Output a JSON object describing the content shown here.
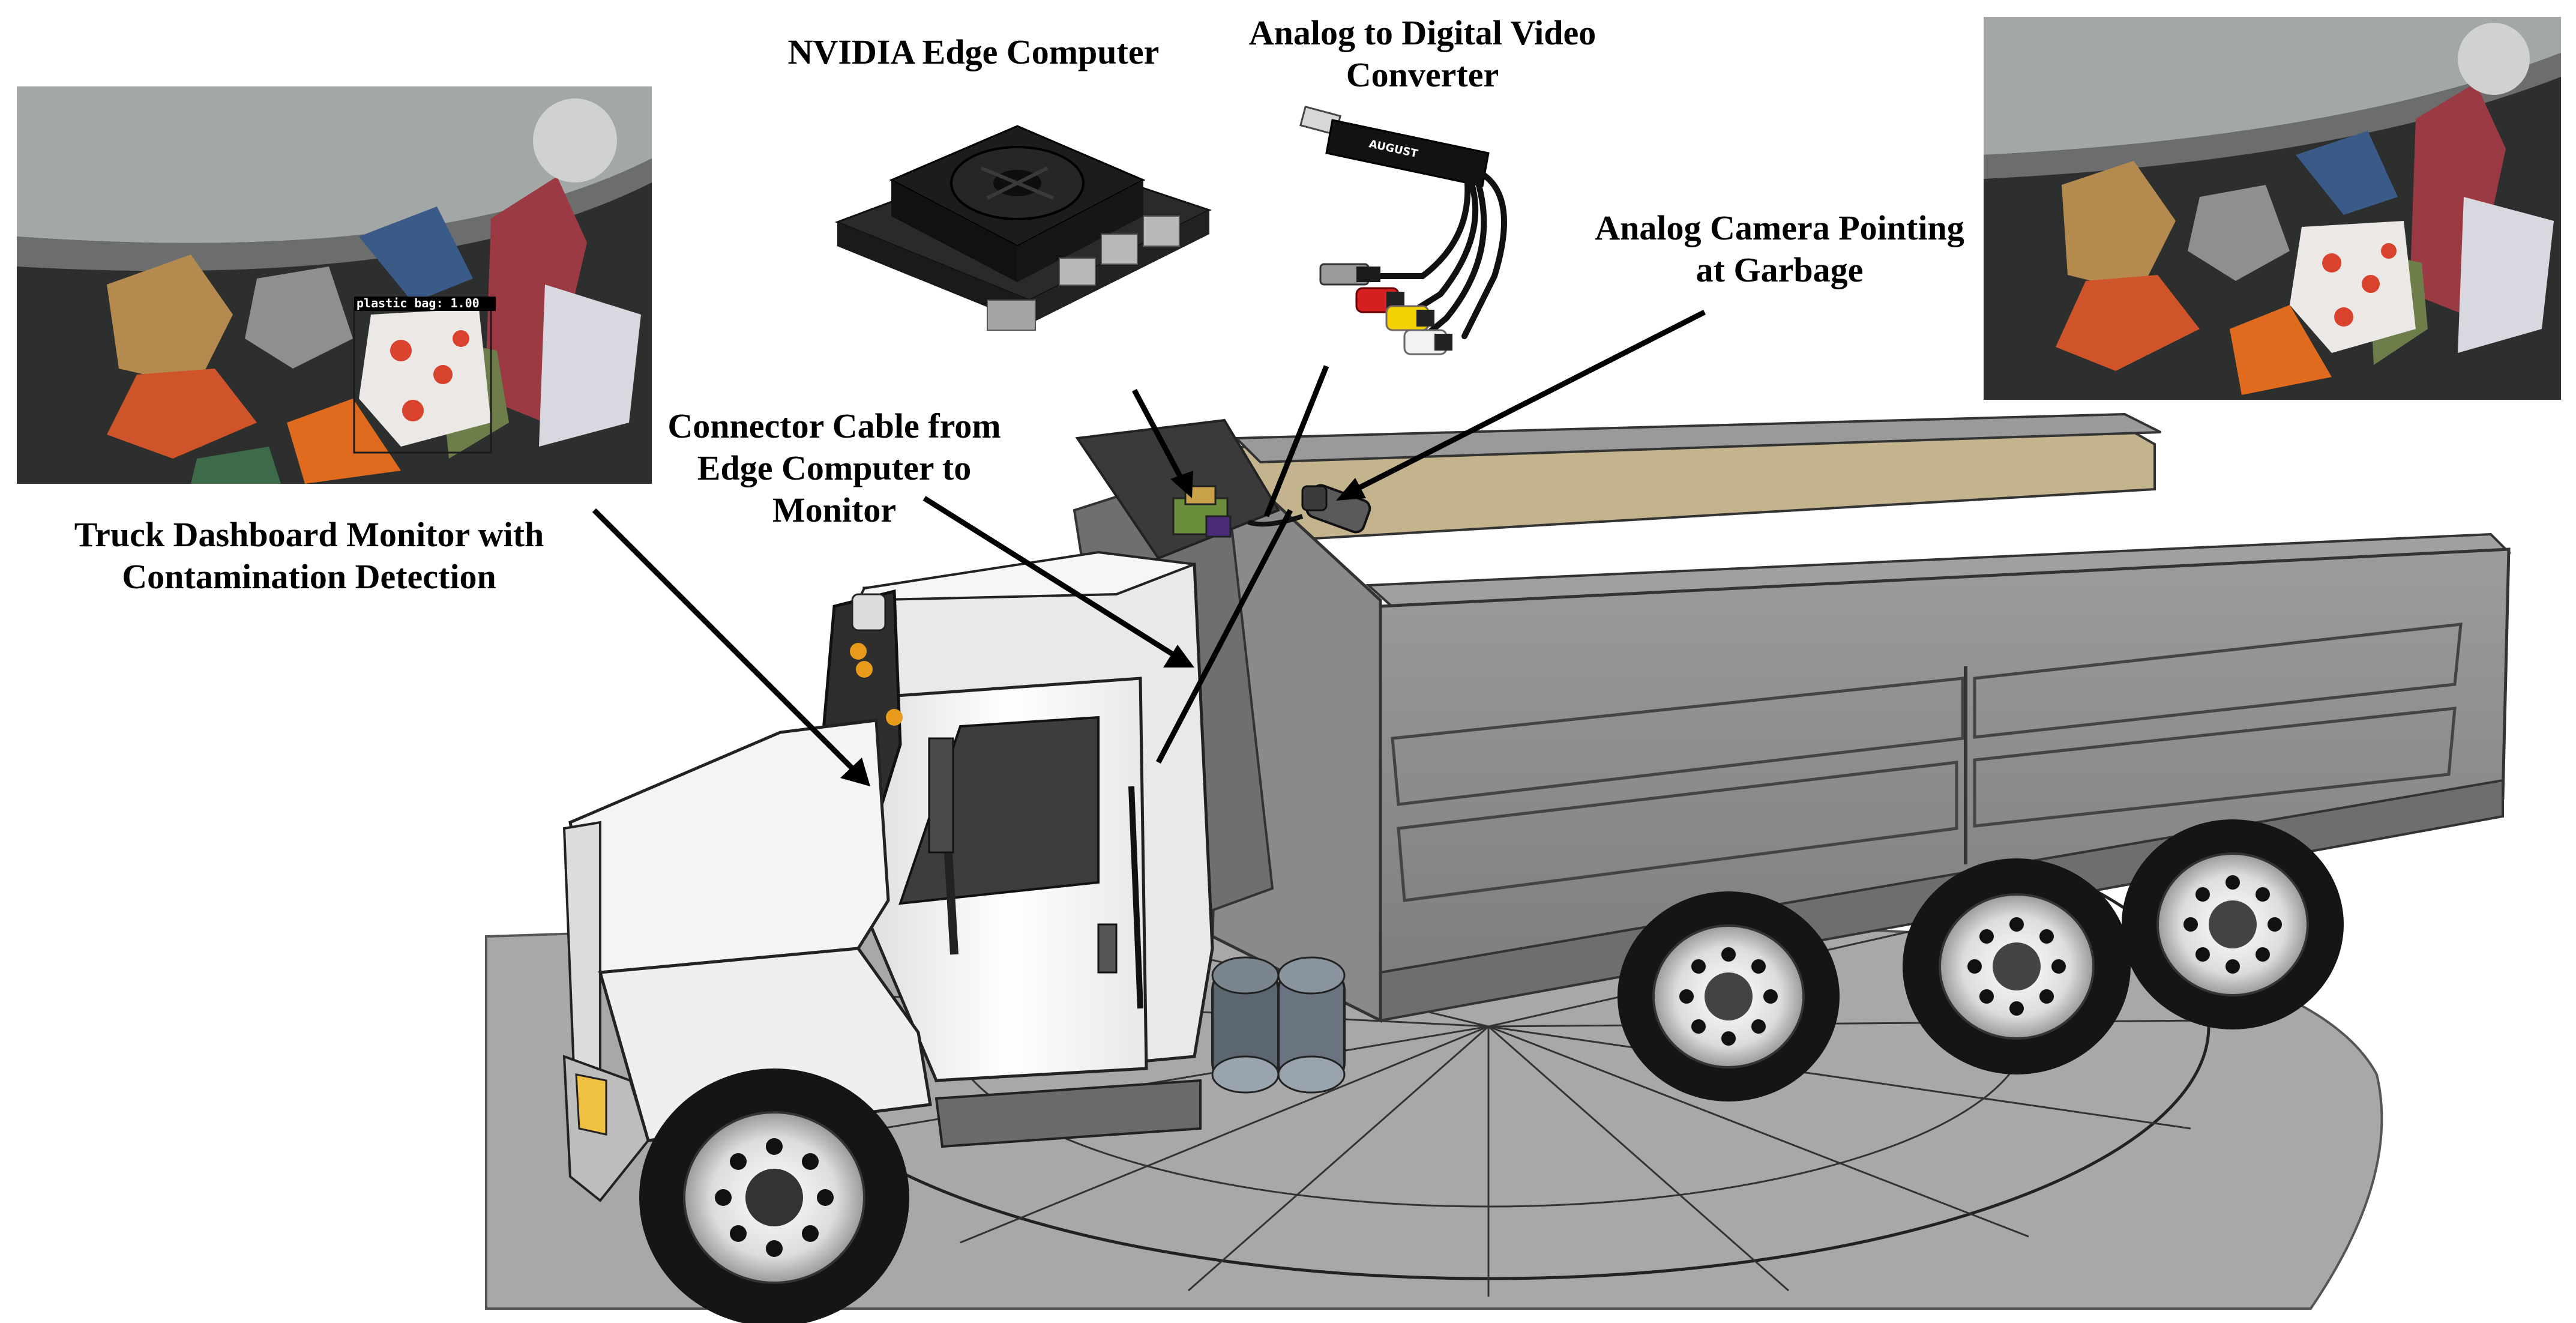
{
  "labels": {
    "nvidia": "NVIDIA Edge Computer",
    "converter_line1": "Analog to Digital Video",
    "converter_line2": "Converter",
    "camera_line1": "Analog Camera Pointing",
    "camera_line2": "at Garbage",
    "cable_line1": "Connector Cable from",
    "cable_line2": "Edge Computer to",
    "cable_line3": "Monitor",
    "monitor_line1": "Truck Dashboard Monitor with",
    "monitor_line2": "Contamination Detection"
  },
  "detection": {
    "box_label": "plastic bag: 1.00"
  },
  "device": {
    "converter_brand": "AUGUST"
  },
  "colors": {
    "truck_body": "#8c8c8c",
    "truck_dark": "#5a5a5a",
    "cab_white": "#f2f2f2",
    "bed_liner": "#c4b48d",
    "ground": "#a6a6a6",
    "ground_dark": "#8f8f8f",
    "tire": "#151515",
    "rim": "#e6e6e6",
    "pcb": "#2a2a2a",
    "heatsink": "#1c1c1c",
    "cable_red": "#d42020",
    "cable_yellow": "#f2d200",
    "cable_white": "#f2f2f2"
  }
}
